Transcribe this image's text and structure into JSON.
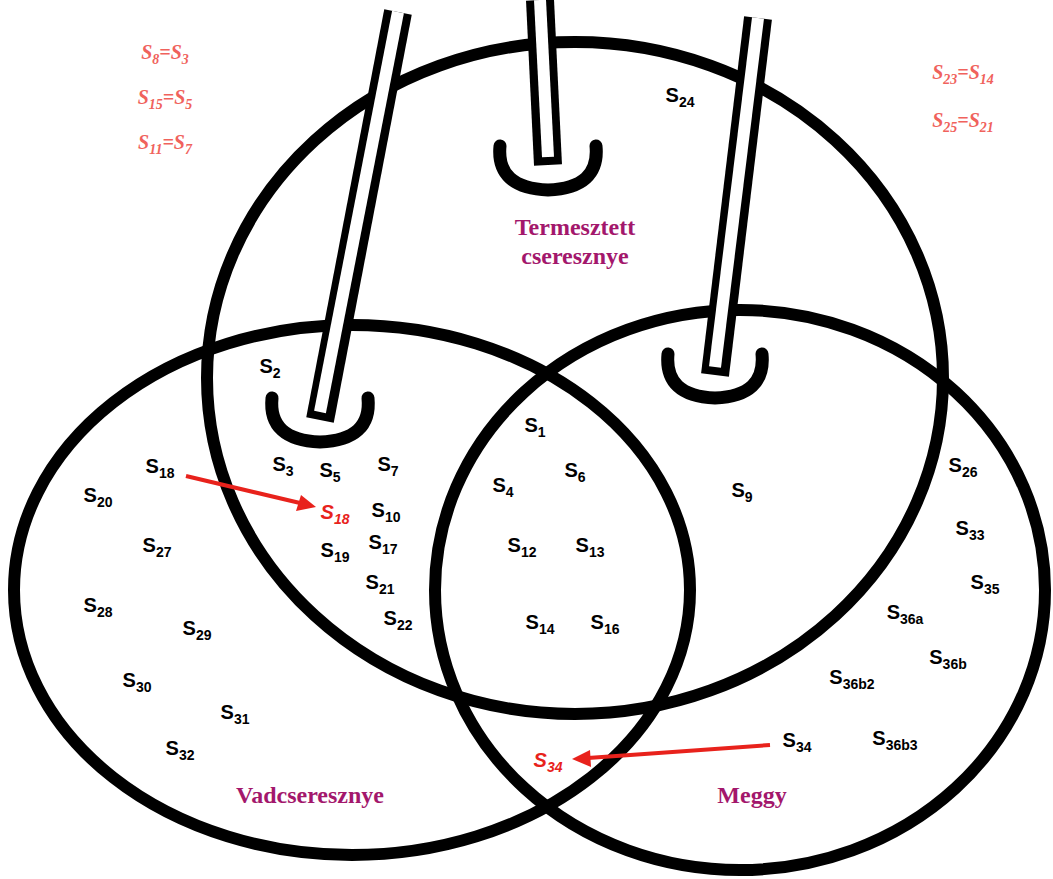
{
  "diagram": {
    "nodes": [
      {
        "text": [
          "Termesztett cseresznye"
        ]
      },
      {
        "text": [
          "Vadcseresznye"
        ]
      },
      {
        "text": [
          "Meggy"
        ]
      }
    ],
    "labels": [
      "S8=S3",
      "S15=S5",
      "S11=S7",
      "S23=S14",
      "S25=S21",
      "S24",
      "S2",
      "S18",
      "S20",
      "S27",
      "S28",
      "S29",
      "S30",
      "S31",
      "S32",
      "S3",
      "S5",
      "S7",
      "S18",
      "S10",
      "S19",
      "S17",
      "S21",
      "S22",
      "S1",
      "S4",
      "S6",
      "S12",
      "S13",
      "S14",
      "S16",
      "S9",
      "S26",
      "S33",
      "S35",
      "S36a",
      "S36b",
      "S36b2",
      "S36b3",
      "S34",
      "S34"
    ]
  }
}
